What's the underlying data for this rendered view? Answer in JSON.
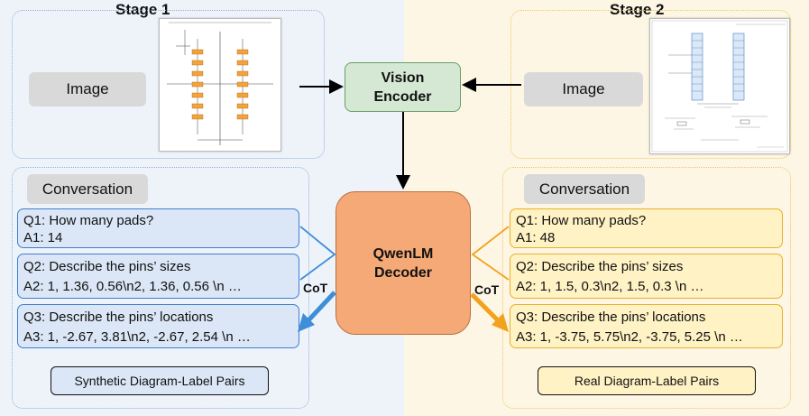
{
  "stage1": {
    "title": "Stage 1",
    "image_label": "Image",
    "conversation_label": "Conversation",
    "q1": "Q1: How many pads?",
    "a1": "A1: 14",
    "q2": "Q2: Describe the pins’ sizes",
    "a2": "A2: 1, 1.36, 0.56\\n2, 1.36, 0.56 \\n …",
    "q3": "Q3: Describe the pins’ locations",
    "a3": "A3: 1, -2.67, 3.81\\n2, -2.67, 2.54 \\n …",
    "pairs_label": "Synthetic Diagram-Label Pairs",
    "cot_label": "CoT"
  },
  "stage2": {
    "title": "Stage 2",
    "image_label": "Image",
    "conversation_label": "Conversation",
    "q1": "Q1: How many pads?",
    "a1": "A1: 48",
    "q2": "Q2: Describe the pins’ sizes",
    "a2": "A2: 1, 1.5, 0.3\\n2, 1.5, 0.3 \\n …",
    "q3": "Q3: Describe the pins’ locations",
    "a3": "A3: 1, -3.75, 5.75\\n2, -3.75, 5.25 \\n …",
    "pairs_label": "Real Diagram-Label Pairs",
    "cot_label": "CoT"
  },
  "vision_encoder": {
    "line1": "Vision",
    "line2": "Encoder"
  },
  "decoder": {
    "line1": "QwenLM",
    "line2": "Decoder"
  },
  "colors": {
    "stage1_bg": "#eef3fa",
    "stage2_bg": "#fdf6e5",
    "blue_accent": "#3f7ed1",
    "yellow_accent": "#e7b12b",
    "encoder_fill": "#d5e8d4",
    "decoder_fill": "#f4a976"
  }
}
